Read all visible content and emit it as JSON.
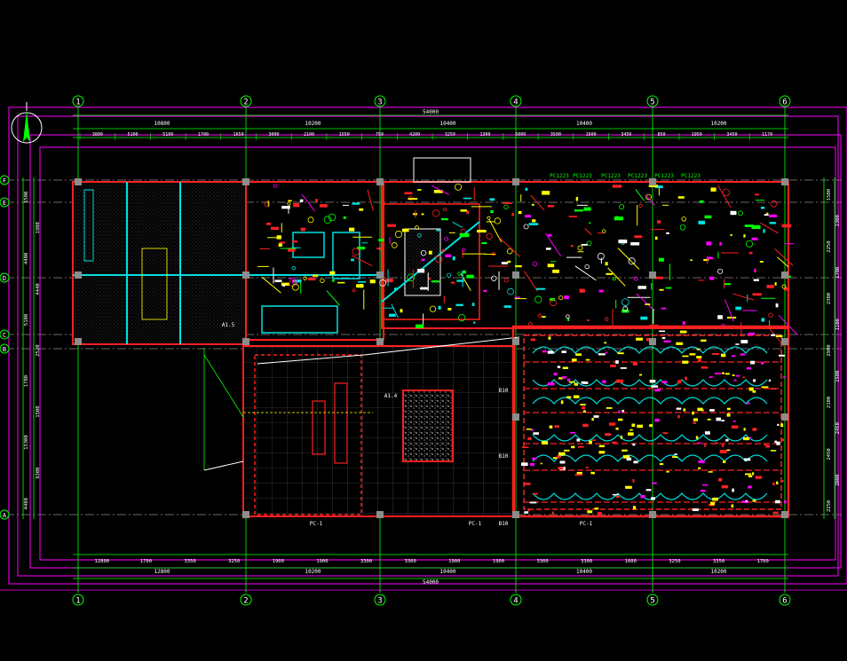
{
  "drawing": {
    "grid_columns": [
      "1",
      "2",
      "3",
      "4",
      "5",
      "6"
    ],
    "grid_rows": [
      "F",
      "E",
      "D",
      "C",
      "B",
      "A"
    ],
    "top_spans": [
      "10800",
      "10200",
      "10400",
      "10400",
      "10200"
    ],
    "top_total": "54000",
    "top_sub_dims": [
      "3800",
      "5100",
      "5100",
      "1700",
      "1650",
      "3000",
      "2100",
      "1550",
      "750",
      "4200",
      "3250",
      "1300",
      "5000",
      "3500",
      "1600",
      "3450",
      "850",
      "1950",
      "3450",
      "1170"
    ],
    "bottom_sub_dims": [
      "12800",
      "1700",
      "3350",
      "3250",
      "1900",
      "1900",
      "3300",
      "3300",
      "1900",
      "1900",
      "3300",
      "3300",
      "1600",
      "3250",
      "3350",
      "1700"
    ],
    "bottom_spans": [
      "12800",
      "10200",
      "10400",
      "10400",
      "10200"
    ],
    "bottom_total": "54000",
    "left_dims": [
      "1500",
      "1980",
      "4400",
      "4440",
      "5100",
      "2520",
      "1780",
      "1500",
      "13300",
      "9300",
      "4480"
    ],
    "right_dims": [
      "1500",
      "1300",
      "2250",
      "1700",
      "2300",
      "1100",
      "2900",
      "1500",
      "2100",
      "2450",
      "2450",
      "2000",
      "2250"
    ],
    "room_labels": [
      "A1.5",
      "A1.4",
      "B10",
      "B10",
      "B10",
      "PC-1",
      "PC-1",
      "PC-1",
      "PC1223",
      "PC1223",
      "PC1223",
      "PC1223",
      "PC1223",
      "PC1223"
    ],
    "colors": {
      "background": "#000000",
      "wall": "#ff2020",
      "cyan": "#00e0e0",
      "yellow": "#ffff00",
      "green": "#00ff00",
      "magenta": "#ff00ff",
      "white": "#ffffff",
      "grey": "#8c8c8c"
    }
  }
}
